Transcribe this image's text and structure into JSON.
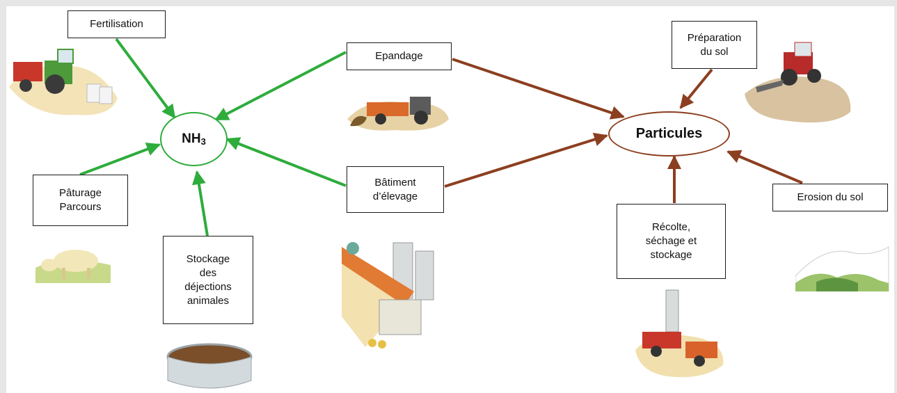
{
  "hubs": {
    "nh3": {
      "label": "NH",
      "sub": "3",
      "color": "#2eac3c"
    },
    "particules": {
      "label": "Particules",
      "color": "#8c3f20"
    }
  },
  "sources": {
    "fertilisation": "Fertilisation",
    "epandage": "Epandage",
    "paturage": "Pâturage\nParcours",
    "stockage": "Stockage\ndes\ndéjections\nanimales",
    "batiment": "Bâtiment\nd’élevage",
    "preparation": "Préparation\ndu sol",
    "recolte": "Récolte,\nséchage et\nstockage",
    "erosion": "Erosion du sol"
  },
  "illustrations": [
    {
      "name": "tractor-fertilizer-illustration"
    },
    {
      "name": "manure-spreader-illustration"
    },
    {
      "name": "grazing-cow-illustration"
    },
    {
      "name": "manure-tank-illustration"
    },
    {
      "name": "livestock-building-illustration"
    },
    {
      "name": "plowing-tractor-illustration"
    },
    {
      "name": "harvester-illustration"
    },
    {
      "name": "hills-erosion-illustration"
    }
  ],
  "colors": {
    "nh3_arrow": "#2eac3c",
    "particles_arrow": "#8c3f20"
  }
}
